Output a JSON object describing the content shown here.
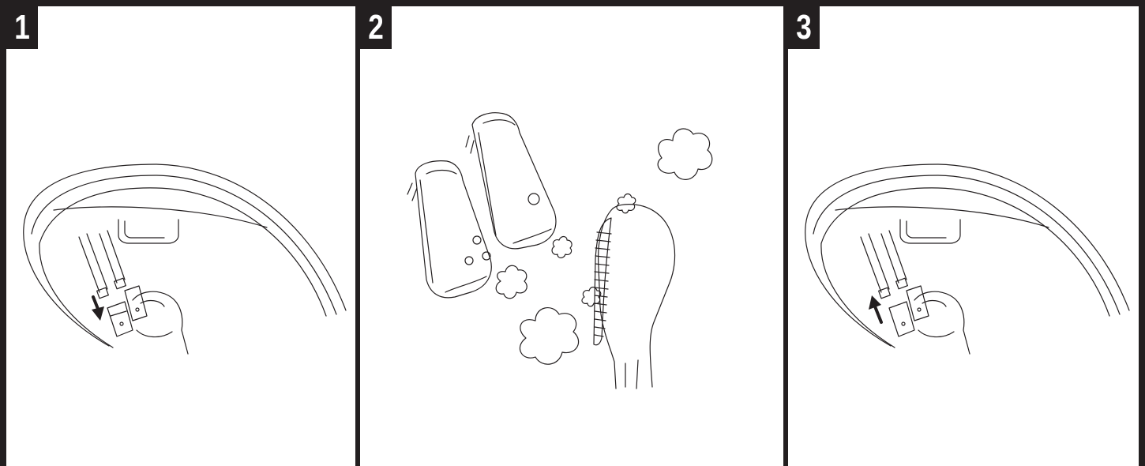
{
  "steps": [
    {
      "number": "1",
      "arrow": "down-arrow-icon"
    },
    {
      "number": "2",
      "arrow": ""
    },
    {
      "number": "3",
      "arrow": "up-arrow-icon"
    }
  ],
  "colors": {
    "ink": "#231f20",
    "background": "#ffffff"
  }
}
